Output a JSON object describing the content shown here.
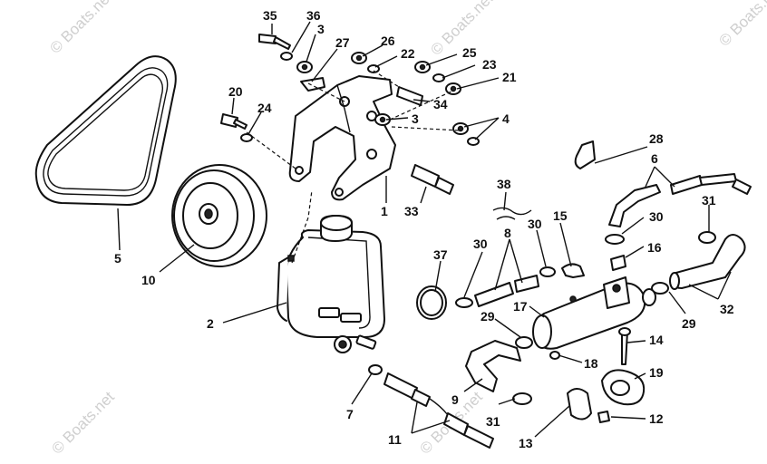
{
  "callouts": [
    {
      "id": "c35",
      "label": "35"
    },
    {
      "id": "c36",
      "label": "36"
    },
    {
      "id": "c3a",
      "label": "3"
    },
    {
      "id": "c27",
      "label": "27"
    },
    {
      "id": "c26",
      "label": "26"
    },
    {
      "id": "c22",
      "label": "22"
    },
    {
      "id": "c25",
      "label": "25"
    },
    {
      "id": "c23",
      "label": "23"
    },
    {
      "id": "c21",
      "label": "21"
    },
    {
      "id": "c20",
      "label": "20"
    },
    {
      "id": "c24",
      "label": "24"
    },
    {
      "id": "c34",
      "label": "34"
    },
    {
      "id": "c3b",
      "label": "3"
    },
    {
      "id": "c4",
      "label": "4"
    },
    {
      "id": "c5",
      "label": "5"
    },
    {
      "id": "c1",
      "label": "1"
    },
    {
      "id": "c33",
      "label": "33"
    },
    {
      "id": "c10",
      "label": "10"
    },
    {
      "id": "c28",
      "label": "28"
    },
    {
      "id": "c6",
      "label": "6"
    },
    {
      "id": "c38",
      "label": "38"
    },
    {
      "id": "c30a",
      "label": "30"
    },
    {
      "id": "c31a",
      "label": "31"
    },
    {
      "id": "c15",
      "label": "15"
    },
    {
      "id": "c30b",
      "label": "30"
    },
    {
      "id": "c30c",
      "label": "30"
    },
    {
      "id": "c16",
      "label": "16"
    },
    {
      "id": "c8",
      "label": "8"
    },
    {
      "id": "c37",
      "label": "37"
    },
    {
      "id": "c2",
      "label": "2"
    },
    {
      "id": "c17",
      "label": "17"
    },
    {
      "id": "c29a",
      "label": "29"
    },
    {
      "id": "c32",
      "label": "32"
    },
    {
      "id": "c29b",
      "label": "29"
    },
    {
      "id": "c14",
      "label": "14"
    },
    {
      "id": "c18",
      "label": "18"
    },
    {
      "id": "c19",
      "label": "19"
    },
    {
      "id": "c9",
      "label": "9"
    },
    {
      "id": "c7",
      "label": "7"
    },
    {
      "id": "c31b",
      "label": "31"
    },
    {
      "id": "c12",
      "label": "12"
    },
    {
      "id": "c11",
      "label": "11"
    },
    {
      "id": "c13",
      "label": "13"
    }
  ],
  "watermarks": [
    "© Boats.net",
    "© Boats.net",
    "© Boats.net",
    "© Boats.net",
    "© Boats.net"
  ]
}
